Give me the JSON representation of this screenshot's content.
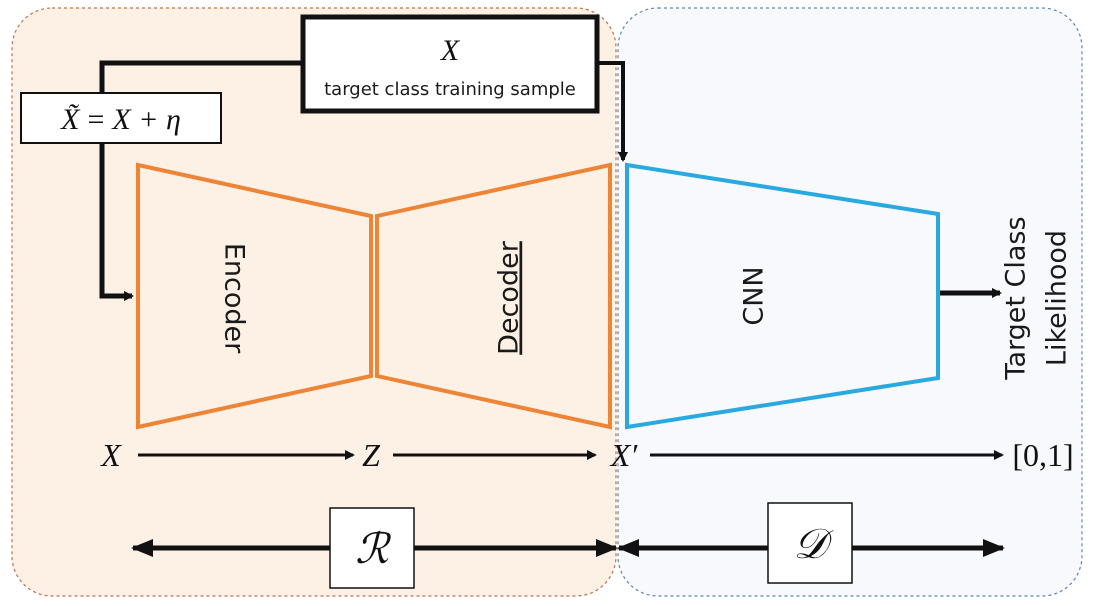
{
  "colors": {
    "r_region_fill": "#fdf1e5",
    "r_region_border": "#c0704a",
    "d_region_fill": "#f7f9fc",
    "d_region_border": "#5a86b8",
    "autoencoder": "#ed8436",
    "cnn": "#2aa9e0",
    "arrow": "#111111"
  },
  "input_box": {
    "symbol": "X",
    "caption": "target class training sample"
  },
  "noise_box": {
    "tilde_symbol": "X̃",
    "eq": "=",
    "rhs": "X + ",
    "eta": "η"
  },
  "blocks": {
    "encoder": "Encoder",
    "decoder": "Decoder",
    "cnn": "CNN"
  },
  "output": {
    "line1": "Target Class",
    "line2": "Likelihood"
  },
  "flow": {
    "x": "X",
    "z": "Z",
    "x_prime": "X′",
    "range": "[0,1]"
  },
  "modules": {
    "r": "ℛ",
    "d": "𝒟"
  }
}
